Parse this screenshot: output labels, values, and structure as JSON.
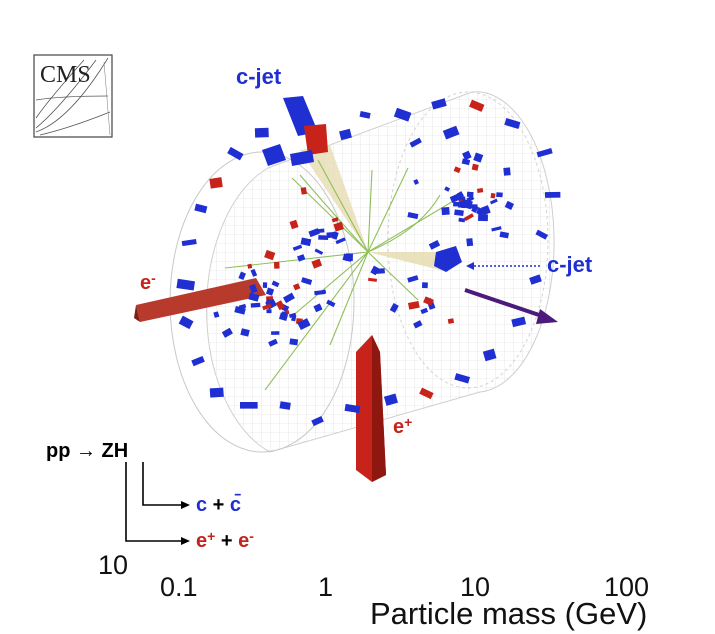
{
  "logo": {
    "text": "CMS"
  },
  "labels": {
    "cjet_top": "c-jet",
    "cjet_right": "c-jet",
    "e_minus": "e",
    "e_minus_sup": "-",
    "e_plus": "e",
    "e_plus_sup": "+"
  },
  "process": {
    "main": "pp → ZH",
    "decay1": {
      "c": "c",
      "plus": " + ",
      "cbar": "c̄"
    },
    "decay2": {
      "e": "e",
      "e_sup_plus": "+",
      "plus": " + ",
      "e2": "e",
      "e_sup_minus": "-"
    }
  },
  "axis": {
    "partial_tick": "10",
    "ticks": [
      "0.1",
      "1",
      "10",
      "100"
    ],
    "title": "Particle mass (GeV)"
  },
  "colors": {
    "blue": "#1f2fd1",
    "red": "#c8231a",
    "purple": "#4b1a7a",
    "track": "#8fbf5a",
    "cone": "#e6dcb2"
  }
}
